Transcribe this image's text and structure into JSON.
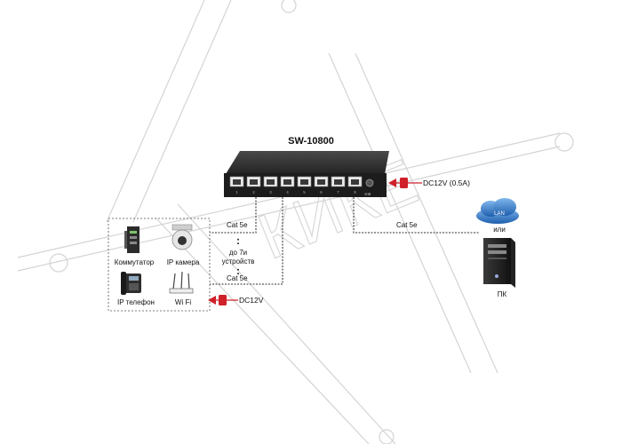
{
  "switch": {
    "model": "SW-10800",
    "port_count": 8
  },
  "power": {
    "switch_input": "DC12V (0.5A)",
    "device_input": "DC12V"
  },
  "cables": {
    "uplink_label": "Cat 5e",
    "downlink_top_label": "Cat 5e",
    "downlink_bottom_label": "Cat 5e"
  },
  "devices_note": {
    "dots": ":",
    "line1": "до 7и",
    "line2": "устройств"
  },
  "devices": [
    {
      "label": "Коммутатор",
      "icon": "switch-device-icon"
    },
    {
      "label": "IP камера",
      "icon": "ip-camera-icon"
    },
    {
      "label": "IP телефон",
      "icon": "ip-phone-icon"
    },
    {
      "label": "Wi Fi",
      "icon": "wifi-router-icon"
    }
  ],
  "network": {
    "cloud_label": "LAN",
    "or_label": "или",
    "pc_label": "ПК"
  },
  "colors": {
    "power_red": "#d0202a",
    "switch_body": "#1f1f1f",
    "watermark": "#cfcfcf",
    "cloud_blue": "#2d7bd0"
  }
}
